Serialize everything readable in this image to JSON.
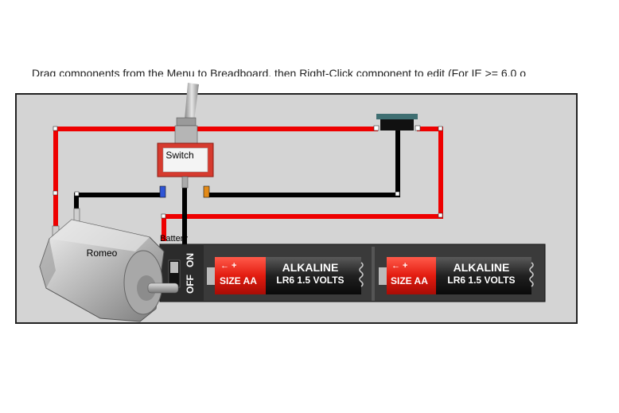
{
  "instructions": "Drag components from the Menu to Breadboard, then Right-Click component to edit (For IE >= 6.0 o",
  "switch": {
    "label": "Switch"
  },
  "motor": {
    "label": "Romeo"
  },
  "battery": {
    "label": "Battery",
    "toggle_on": "ON",
    "toggle_off": "OFF",
    "cells": [
      {
        "sign": "← +",
        "size": "SIZE AA",
        "brand": "ALKALINE",
        "spec": "LR6 1.5 VOLTS"
      },
      {
        "sign": "← +",
        "size": "SIZE AA",
        "brand": "ALKALINE",
        "spec": "LR6 1.5 VOLTS"
      }
    ]
  },
  "colors": {
    "wire_red": "#ee0000",
    "wire_black": "#000000",
    "board": "#d4d4d4",
    "switch_body": "#d63a2e"
  }
}
